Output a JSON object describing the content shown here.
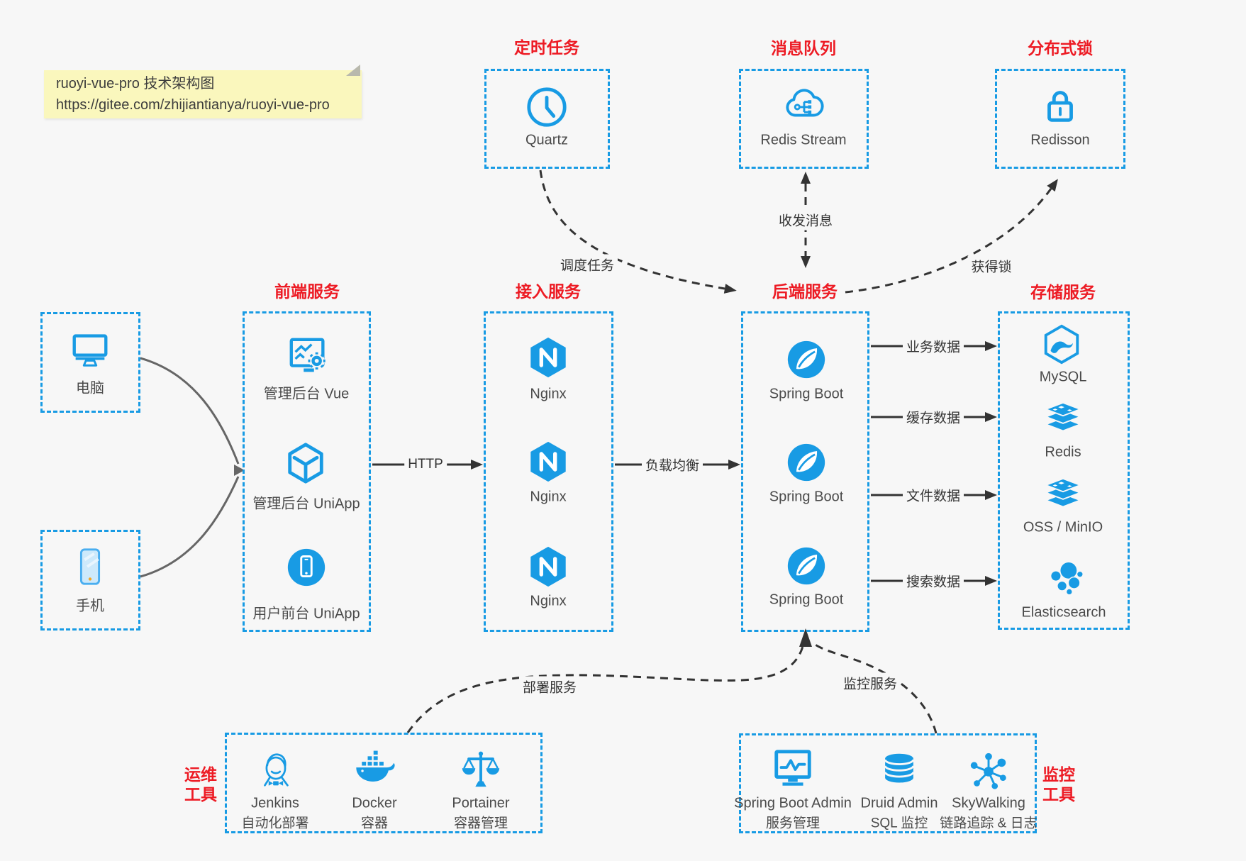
{
  "note": {
    "line1": "ruoyi-vue-pro 技术架构图",
    "line2": "https://gitee.com/zhijiantianya/ruoyi-vue-pro"
  },
  "groups": {
    "scheduler": {
      "title": "定时任务",
      "items": [
        {
          "label": "Quartz",
          "icon": "clock-icon"
        }
      ]
    },
    "mq": {
      "title": "消息队列",
      "items": [
        {
          "label": "Redis Stream",
          "icon": "cloud-network-icon"
        }
      ]
    },
    "lock": {
      "title": "分布式锁",
      "items": [
        {
          "label": "Redisson",
          "icon": "lock-icon"
        }
      ]
    },
    "clients": {
      "items": [
        {
          "label": "电脑",
          "icon": "desktop-icon"
        },
        {
          "label": "手机",
          "icon": "phone-icon"
        }
      ]
    },
    "frontend": {
      "title": "前端服务",
      "items": [
        {
          "label": "管理后台 Vue",
          "icon": "admin-screen-gear-icon"
        },
        {
          "label": "管理后台 UniApp",
          "icon": "uniapp-cube-icon"
        },
        {
          "label": "用户前台 UniApp",
          "icon": "mobile-app-circle-icon"
        }
      ]
    },
    "access": {
      "title": "接入服务",
      "items": [
        {
          "label": "Nginx",
          "icon": "nginx-hexagon-icon"
        },
        {
          "label": "Nginx",
          "icon": "nginx-hexagon-icon"
        },
        {
          "label": "Nginx",
          "icon": "nginx-hexagon-icon"
        }
      ]
    },
    "backend": {
      "title": "后端服务",
      "items": [
        {
          "label": "Spring Boot",
          "icon": "spring-leaf-icon"
        },
        {
          "label": "Spring Boot",
          "icon": "spring-leaf-icon"
        },
        {
          "label": "Spring Boot",
          "icon": "spring-leaf-icon"
        }
      ]
    },
    "storage": {
      "title": "存储服务",
      "items": [
        {
          "label": "MySQL",
          "icon": "mysql-dolphin-icon"
        },
        {
          "label": "Redis",
          "icon": "redis-stack-icon"
        },
        {
          "label": "OSS / MinIO",
          "icon": "storage-stack-icon"
        },
        {
          "label": "Elasticsearch",
          "icon": "elasticsearch-cluster-icon"
        }
      ]
    },
    "ops": {
      "title_line1": "运维",
      "title_line2": "工具",
      "items": [
        {
          "label": "Jenkins",
          "sublabel": "自动化部署",
          "icon": "jenkins-butler-icon"
        },
        {
          "label": "Docker",
          "sublabel": "容器",
          "icon": "docker-whale-icon"
        },
        {
          "label": "Portainer",
          "sublabel": "容器管理",
          "icon": "scales-icon"
        }
      ]
    },
    "monitoring": {
      "title_line1": "监控",
      "title_line2": "工具",
      "items": [
        {
          "label": "Spring Boot Admin",
          "sublabel": "服务管理",
          "icon": "monitor-chart-icon"
        },
        {
          "label": "Druid Admin",
          "sublabel": "SQL 监控",
          "icon": "database-cylinder-icon"
        },
        {
          "label": "SkyWalking",
          "sublabel": "链路追踪 & 日志",
          "icon": "node-graph-icon"
        }
      ]
    }
  },
  "edges": {
    "http": "HTTP",
    "load_balance": "负载均衡",
    "schedule_job": "调度任务",
    "send_receive_message": "收发消息",
    "acquire_lock": "获得锁",
    "business_data": "业务数据",
    "cache_data": "缓存数据",
    "file_data": "文件数据",
    "search_data": "搜索数据",
    "deploy_service": "部署服务",
    "monitor_service": "监控服务"
  },
  "colors": {
    "accent_blue": "#189be4",
    "title_red": "#ed1b24",
    "arrow_dark": "#333333",
    "client_arrow_gray": "#666666",
    "note_bg": "#faf7bd",
    "canvas_bg": "#f7f7f7"
  }
}
